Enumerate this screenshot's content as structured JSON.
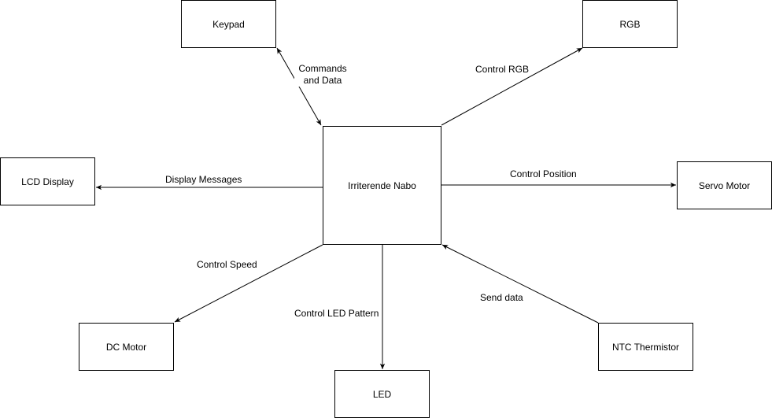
{
  "nodes": {
    "center": "Irriterende Nabo",
    "keypad": "Keypad",
    "rgb": "RGB",
    "lcd": "LCD Display",
    "servo": "Servo Motor",
    "dc_motor": "DC Motor",
    "led": "LED",
    "ntc": "NTC Thermistor"
  },
  "edges": {
    "keypad": "Commands\nand Data",
    "rgb": "Control RGB",
    "lcd": "Display Messages",
    "servo": "Control Position",
    "dc_motor": "Control Speed",
    "led": "Control LED Pattern",
    "ntc": "Send data"
  },
  "colors": {
    "stroke": "#000000",
    "fill": "#ffffff"
  }
}
